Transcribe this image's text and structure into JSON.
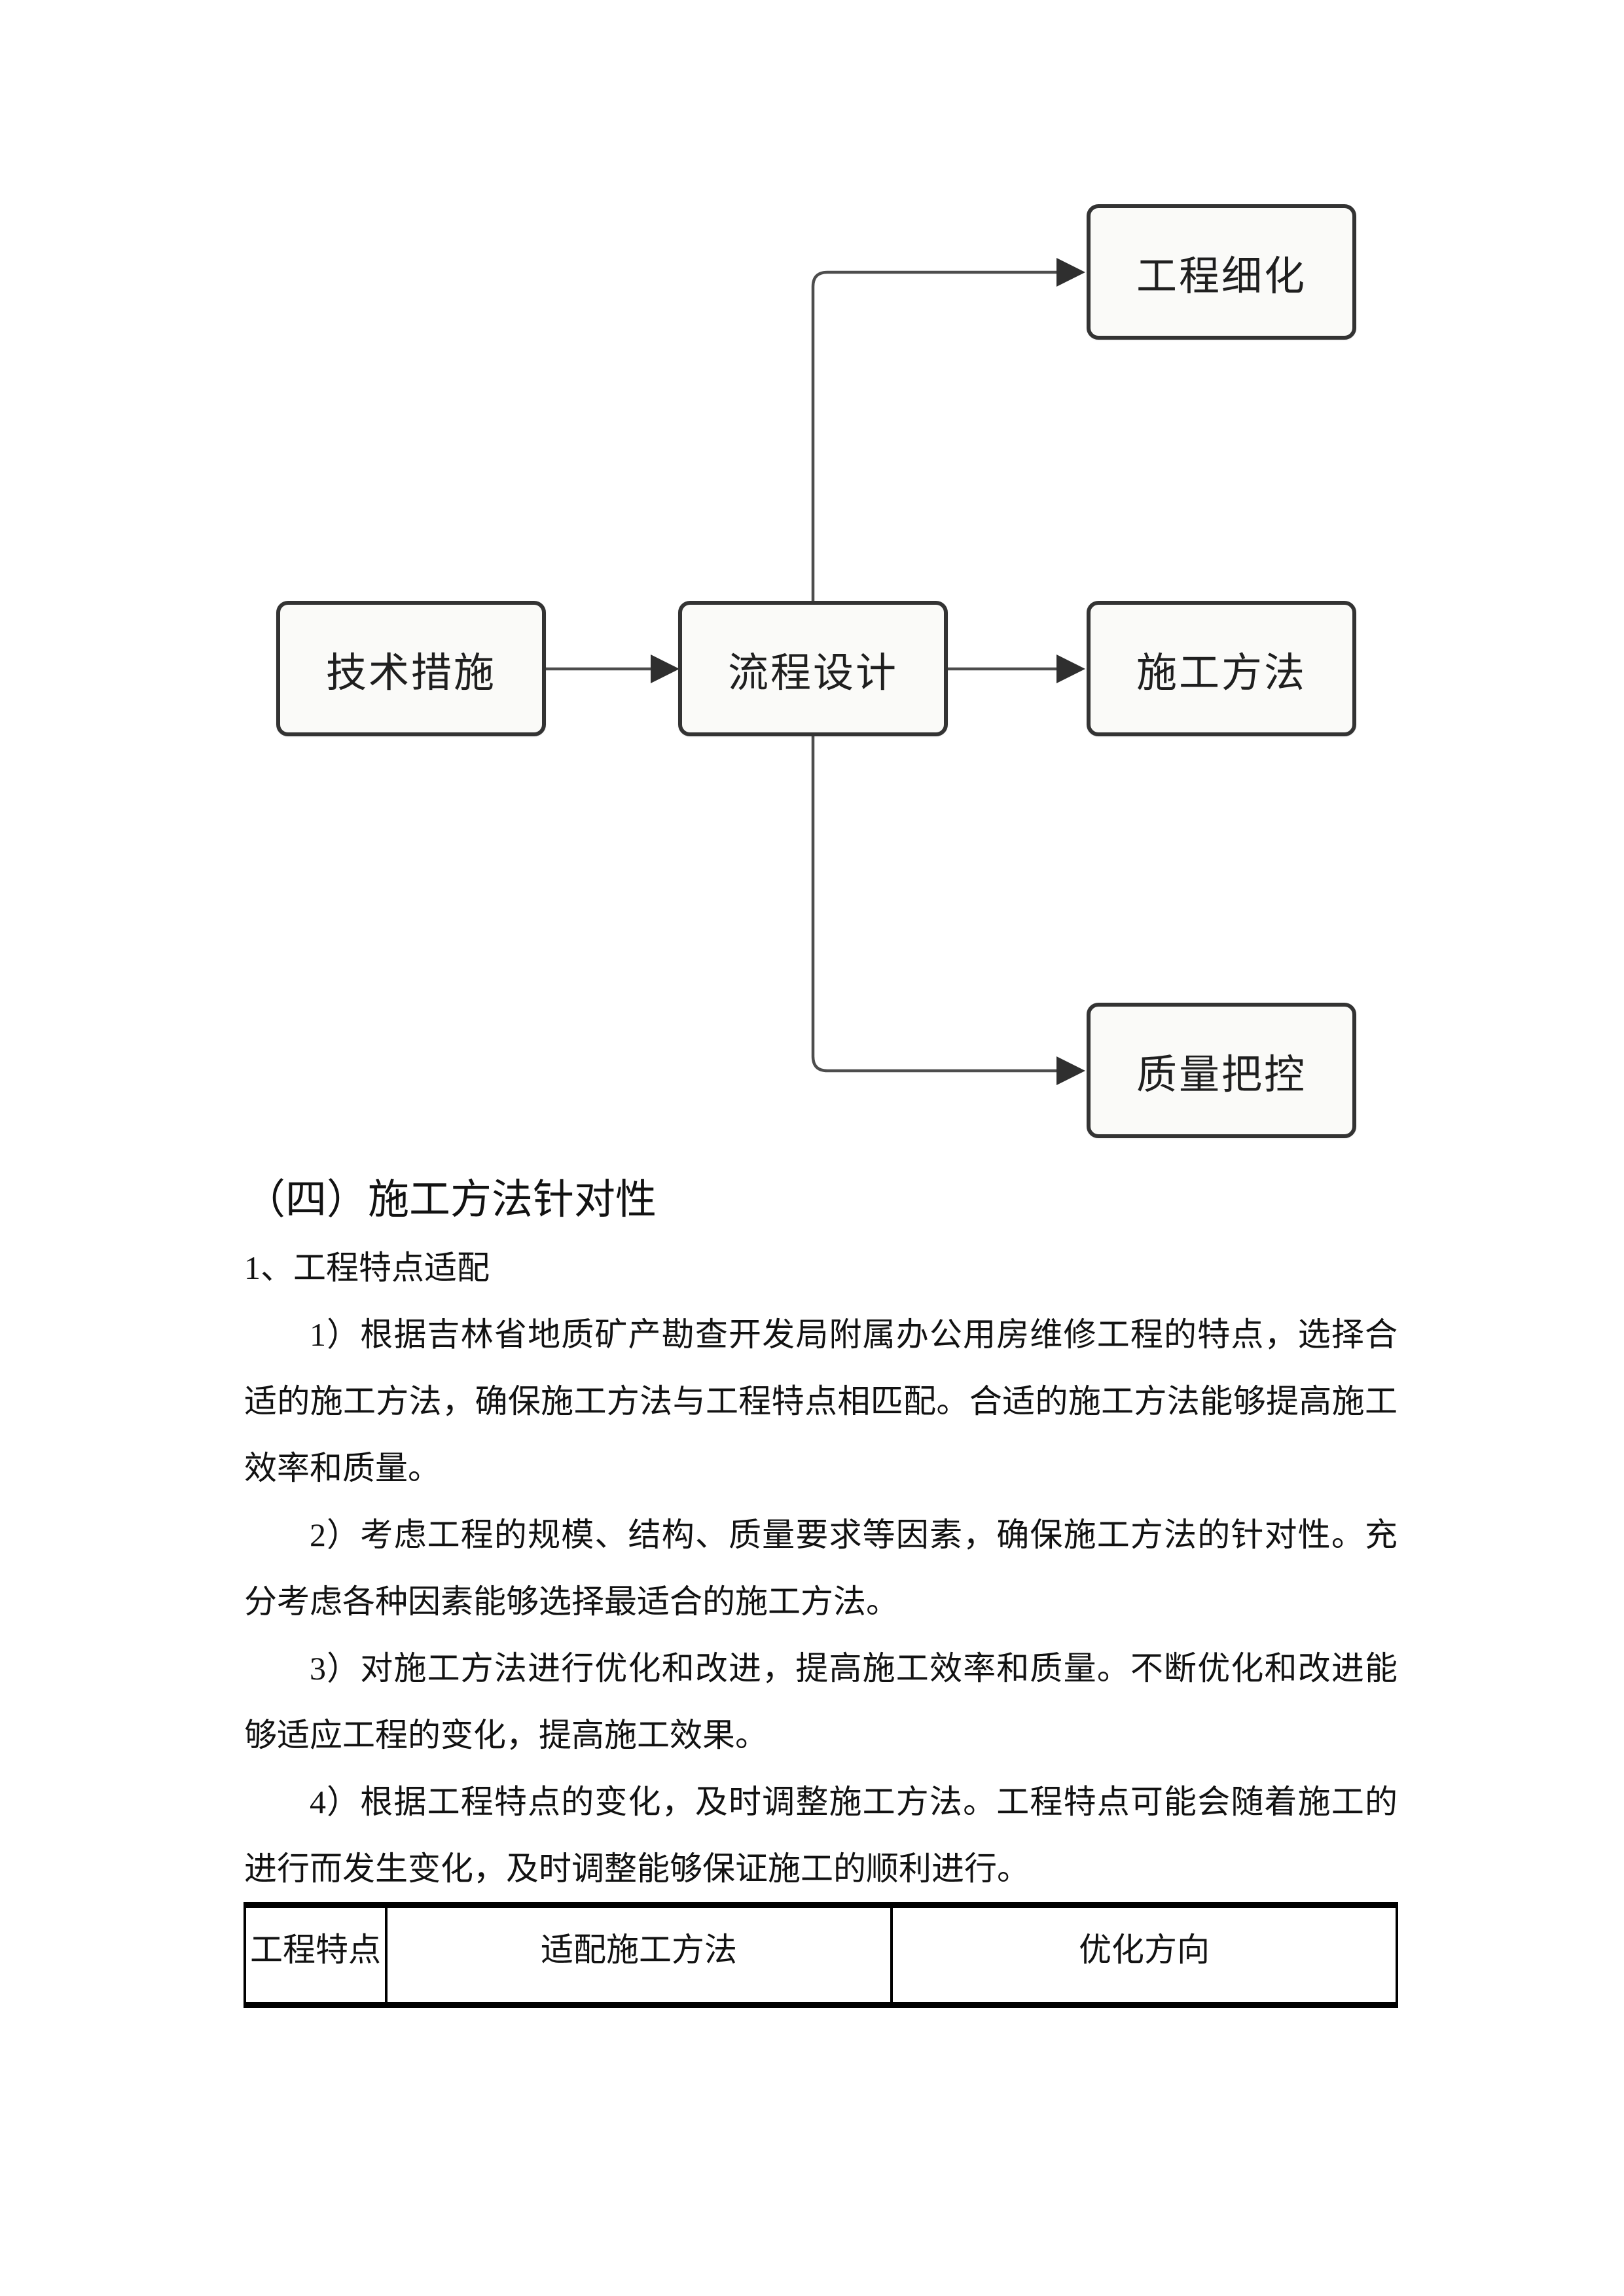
{
  "colors": {
    "page_bg": "#ffffff",
    "text": "#121212",
    "box_border": "#333333",
    "box_fill": "#fafaf8",
    "connector": "#4d4d4d",
    "arrowhead": "#2f2f2f",
    "table_border": "#000000"
  },
  "flowchart": {
    "nodes": [
      {
        "id": "technical-measures",
        "label": "技术措施"
      },
      {
        "id": "process-design",
        "label": "流程设计"
      },
      {
        "id": "engineering-refinement",
        "label": "工程细化"
      },
      {
        "id": "construction-method",
        "label": "施工方法"
      },
      {
        "id": "quality-control",
        "label": "质量把控"
      }
    ],
    "edges": [
      {
        "from": "技术措施",
        "to": "流程设计"
      },
      {
        "from": "流程设计",
        "to": "工程细化"
      },
      {
        "from": "流程设计",
        "to": "施工方法"
      },
      {
        "from": "流程设计",
        "to": "质量把控"
      }
    ]
  },
  "doc": {
    "heading": "（四）施工方法针对性",
    "subheading": "1、工程特点适配",
    "paragraphs": [
      "1）根据吉林省地质矿产勘查开发局附属办公用房维修工程的特点，选择合适的施工方法，确保施工方法与工程特点相匹配。合适的施工方法能够提高施工效率和质量。",
      "2）考虑工程的规模、结构、质量要求等因素，确保施工方法的针对性。充分考虑各种因素能够选择最适合的施工方法。",
      "3）对施工方法进行优化和改进，提高施工效率和质量。不断优化和改进能够适应工程的变化，提高施工效果。",
      "4）根据工程特点的变化，及时调整施工方法。工程特点可能会随着施工的进行而发生变化，及时调整能够保证施工的顺利进行。"
    ]
  },
  "table": {
    "headers": [
      "工程特点",
      "适配施工方法",
      "优化方向"
    ]
  }
}
